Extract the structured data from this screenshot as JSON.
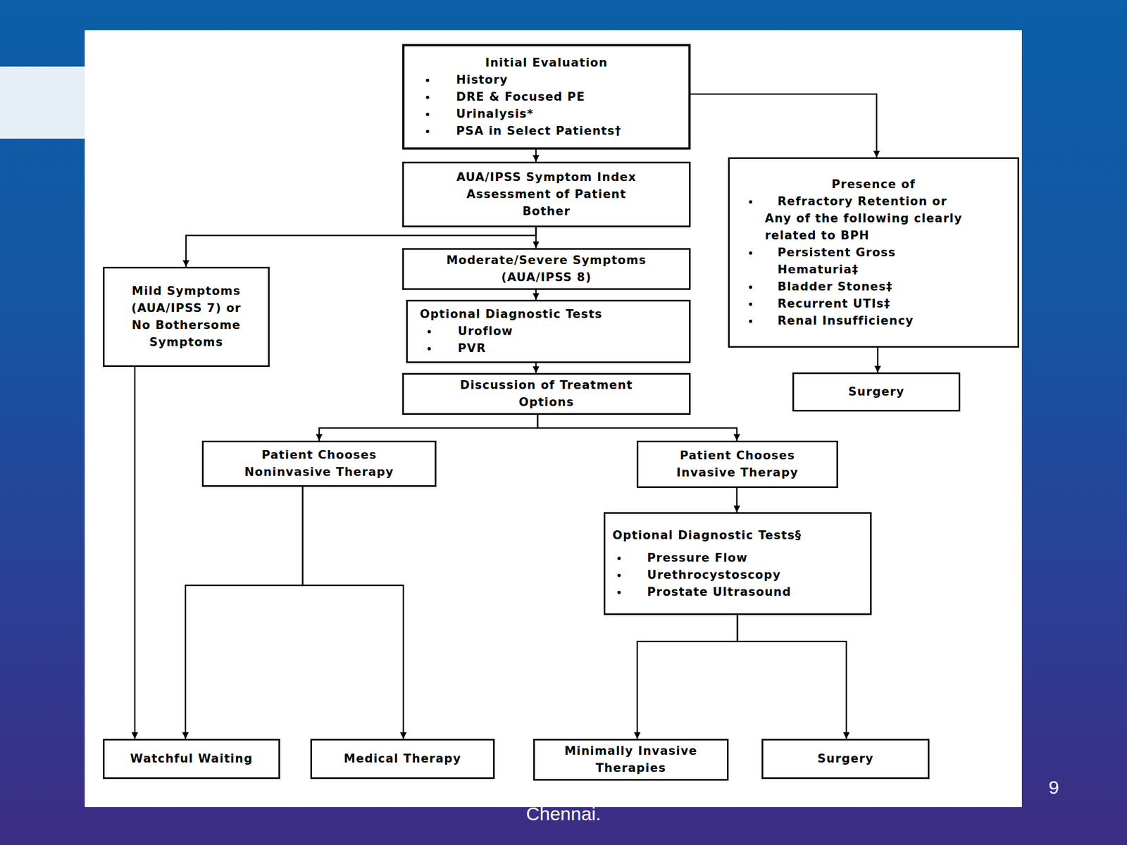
{
  "diagram": {
    "nodes": [
      {
        "text": [
          "Initial Evaluation",
          "History",
          "DRE & Focused PE",
          "Urinalysis*",
          "PSA in Select Patients†"
        ]
      },
      {
        "text": [
          "AUA/IPSS Symptom Index Assessment of Patient Bother"
        ]
      },
      {
        "text": [
          "Presence of",
          "Refractory Retention or",
          "Any of the following clearly related to BPH",
          "Persistent Gross Hematuria‡",
          "Bladder Stones‡",
          "Recurrent UTIs‡",
          "Renal Insufficiency"
        ]
      },
      {
        "text": [
          "Mild Symptoms (AUA/IPSS 7) or No Bothersome Symptoms"
        ]
      },
      {
        "text": [
          "Moderate/Severe Symptoms (AUA/IPSS 8)"
        ]
      },
      {
        "text": [
          "Optional Diagnostic Tests",
          "Uroflow",
          "PVR"
        ]
      },
      {
        "text": [
          "Surgery"
        ]
      },
      {
        "text": [
          "Discussion of Treatment Options"
        ]
      },
      {
        "text": [
          "Patient Chooses Noninvasive Therapy"
        ]
      },
      {
        "text": [
          "Patient Chooses Invasive Therapy"
        ]
      },
      {
        "text": [
          "Optional Diagnostic Tests§",
          "Pressure Flow",
          "Urethrocystoscopy",
          "Prostate Ultrasound"
        ]
      },
      {
        "text": [
          "Watchful Waiting"
        ]
      },
      {
        "text": [
          "Medical Therapy"
        ]
      },
      {
        "text": [
          "Minimally Invasive Therapies"
        ]
      },
      {
        "text": [
          "Surgery"
        ]
      }
    ],
    "edges": [
      {
        "from": 0,
        "to": 1,
        "arrow": "to"
      },
      {
        "from": 0,
        "to": 2,
        "arrow": "to"
      },
      {
        "from": 1,
        "to": 3,
        "arrow": "to"
      },
      {
        "from": 1,
        "to": 4,
        "arrow": "to"
      },
      {
        "from": 2,
        "to": 6,
        "arrow": "to"
      },
      {
        "from": 4,
        "to": 5,
        "arrow": "to"
      },
      {
        "from": 5,
        "to": 7,
        "arrow": "to"
      },
      {
        "from": 7,
        "to": 8,
        "arrow": "to"
      },
      {
        "from": 7,
        "to": 9,
        "arrow": "to"
      },
      {
        "from": 3,
        "to": 11,
        "arrow": "to"
      },
      {
        "from": 8,
        "to": 11,
        "arrow": "to"
      },
      {
        "from": 8,
        "to": 12,
        "arrow": "to"
      },
      {
        "from": 9,
        "to": 10,
        "arrow": "to"
      },
      {
        "from": 10,
        "to": 13,
        "arrow": "to"
      },
      {
        "from": 10,
        "to": 14,
        "arrow": "to"
      }
    ],
    "labels": [
      "9",
      "Chennai."
    ]
  }
}
